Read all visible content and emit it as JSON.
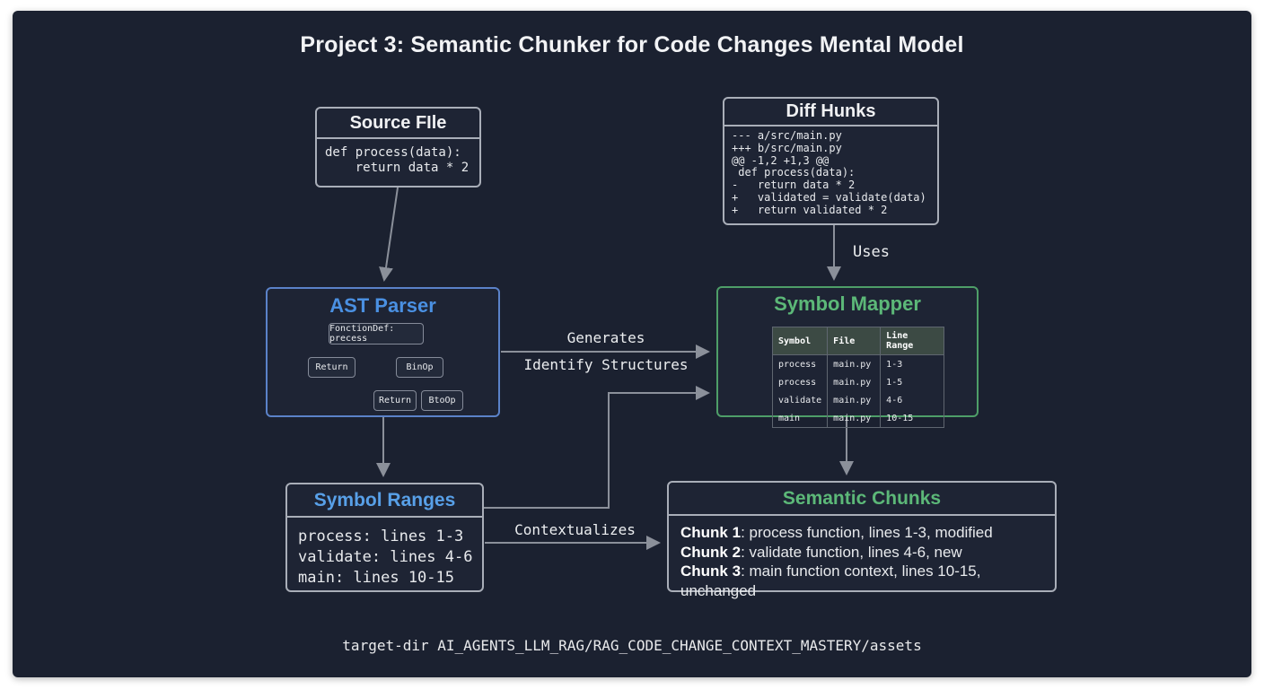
{
  "title": "Project 3: Semantic Chunker for Code Changes Mental Model",
  "colors": {
    "bg-card": "#1b2130",
    "bg-box": "#1e2434",
    "grey-border": "#a9aeb8",
    "blue-border": "#5b82c8",
    "green-border": "#4e9e68",
    "blue": "#4a90e2",
    "blue2": "#58a0e8",
    "green": "#5cb878",
    "arrow": "#8b909a",
    "table-header-bg": "#3c4a44"
  },
  "boxes": {
    "source_file": {
      "title": "Source FIle",
      "code": [
        "def process(data):",
        "    return data * 2"
      ]
    },
    "diff_hunks": {
      "title": "Diff Hunks",
      "lines": [
        "--- a/src/main.py",
        "+++ b/src/main.py",
        "@@ -1,2 +1,3 @@",
        " def process(data):",
        "-   return data * 2",
        "+   validated = validate(data)",
        "+   return validated * 2"
      ]
    },
    "ast_parser": {
      "title": "AST Parser",
      "nodes": [
        "FonctionDef: precess",
        "Return",
        "BinOp",
        "Return",
        "BtoOp"
      ]
    },
    "symbol_mapper": {
      "title": "Symbol Mapper",
      "table": {
        "headers": [
          "Symbol",
          "File",
          "Line Range"
        ],
        "rows": [
          [
            "process",
            "main.py",
            "1-3"
          ],
          [
            "process",
            "main.py",
            "1-5"
          ],
          [
            "validate",
            "main.py",
            "4-6"
          ],
          [
            "main",
            "main.py",
            "10-15"
          ]
        ]
      }
    },
    "symbol_ranges": {
      "title": "Symbol Ranges",
      "lines": [
        "process: lines 1-3",
        "validate: lines 4-6",
        "main: lines 10-15"
      ]
    },
    "semantic_chunks": {
      "title": "Semantic Chunks",
      "chunks": [
        {
          "label": "Chunk 1",
          "text": ": process function, lines 1-3, modified"
        },
        {
          "label": "Chunk 2",
          "text": ": validate function, lines 4-6, new"
        },
        {
          "label": "Chunk 3",
          "text": ": main function context, lines 10-15, unchanged"
        }
      ]
    }
  },
  "edges": {
    "uses": "Uses",
    "generates": "Generates",
    "identify": "Identify Structures",
    "contextualizes": "Contextualizes"
  },
  "footer": "target-dir AI_AGENTS_LLM_RAG/RAG_CODE_CHANGE_CONTEXT_MASTERY/assets"
}
